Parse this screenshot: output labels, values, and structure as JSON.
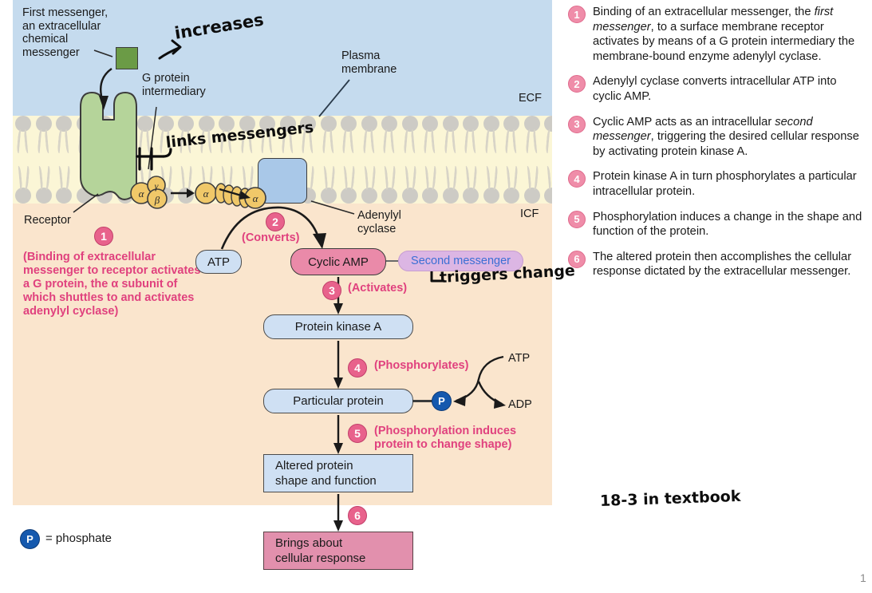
{
  "diagram": {
    "regions": {
      "ecf_label": "ECF",
      "icf_label": "ICF"
    },
    "labels": {
      "first_messenger": "First messenger, an extracellular chemical messenger",
      "g_protein": "G protein intermediary",
      "plasma_membrane": "Plasma membrane",
      "receptor": "Receptor",
      "adenylyl_cyclase": "Adenylyl cyclase"
    },
    "subunits": {
      "alpha": "α",
      "beta": "β",
      "gamma": "γ"
    },
    "steps": [
      {
        "number": "1",
        "annotation": "(Binding of extracellular messenger to receptor activates a G protein, the α subunit of which shuttles to and activates adenylyl cyclase)"
      },
      {
        "number": "2",
        "annotation": "(Converts)"
      },
      {
        "number": "3",
        "annotation": "(Activates)"
      },
      {
        "number": "4",
        "annotation": "(Phosphorylates)"
      },
      {
        "number": "5",
        "annotation": "(Phosphorylation induces protein to change shape)"
      },
      {
        "number": "6",
        "annotation": ""
      }
    ],
    "flow": {
      "atp": "ATP",
      "cyclic_amp": "Cyclic AMP",
      "second_messenger": "Second messenger",
      "protein_kinase_a": "Protein kinase A",
      "particular_protein": "Particular protein",
      "altered_protein_line1": "Altered protein",
      "altered_protein_line2": "shape and function",
      "brings_about_line1": "Brings about",
      "brings_about_line2": "cellular response",
      "atp_right": "ATP",
      "adp_right": "ADP",
      "phosphate_symbol": "P"
    },
    "legend_key": {
      "symbol": "P",
      "text": "= phosphate"
    },
    "colors": {
      "ecf_background": "#c5dbee",
      "membrane_background": "#fbf6d6",
      "icf_background": "#fae5cd",
      "receptor_green": "#b5d49a",
      "ligand_green": "#6b9b46",
      "g_protein_yellow": "#f0c869",
      "adenylyl_blue": "#a9c8e8",
      "flow_box_blue": "#cfe0f3",
      "cyclic_amp_pink": "#ea8aa9",
      "response_pink": "#e290ad",
      "step_circle_pink": "#e8628c",
      "annotation_magenta": "#e0417e",
      "second_messenger_lavender": "#dcb6e4",
      "second_messenger_text_blue": "#3b6fd4",
      "phosphate_blue": "#1559ae"
    }
  },
  "handwriting": {
    "increases": "increases",
    "links_messengers": "links messengers",
    "triggers_change": "triggers change",
    "textbook_ref": "18-3 in textbook"
  },
  "legend": {
    "items": [
      {
        "number": "1",
        "parts": [
          {
            "text": "Binding of an extracellular messenger, the ",
            "italic": false
          },
          {
            "text": "first messenger",
            "italic": true
          },
          {
            "text": ", to a surface membrane receptor activates by means of a G protein intermediary the membrane-bound enzyme adenylyl cyclase.",
            "italic": false
          }
        ]
      },
      {
        "number": "2",
        "parts": [
          {
            "text": "Adenylyl cyclase converts intracellular ATP into cyclic AMP.",
            "italic": false
          }
        ]
      },
      {
        "number": "3",
        "parts": [
          {
            "text": "Cyclic AMP acts as an intracellular ",
            "italic": false
          },
          {
            "text": "second messenger",
            "italic": true
          },
          {
            "text": ", triggering the desired cellular response by activating protein kinase A.",
            "italic": false
          }
        ]
      },
      {
        "number": "4",
        "parts": [
          {
            "text": "Protein kinase A in turn phosphorylates a particular intracellular protein.",
            "italic": false
          }
        ]
      },
      {
        "number": "5",
        "parts": [
          {
            "text": "Phosphorylation induces a change in the shape and function of the protein.",
            "italic": false
          }
        ]
      },
      {
        "number": "6",
        "parts": [
          {
            "text": "The altered protein then accomplishes the cellular response dictated by the extracellular messenger.",
            "italic": false
          }
        ]
      }
    ]
  },
  "page": {
    "number": "1"
  }
}
